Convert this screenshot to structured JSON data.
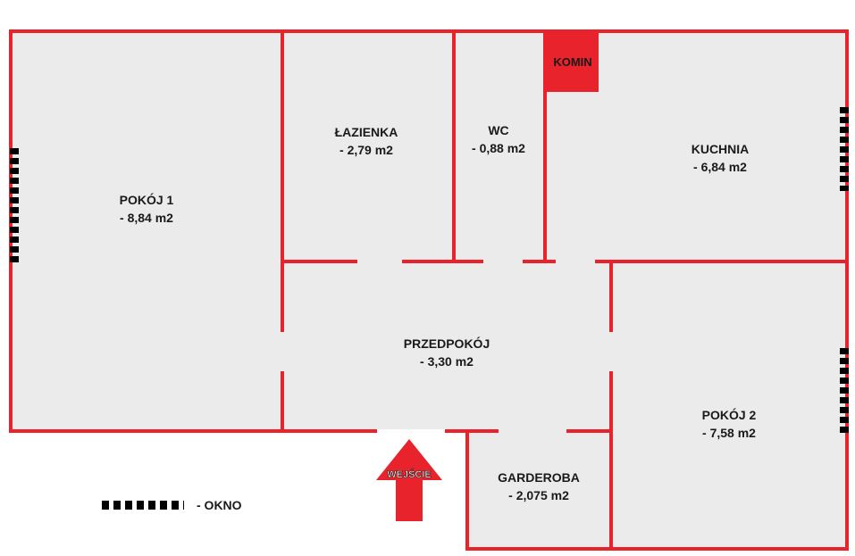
{
  "colors": {
    "wall": "#e8232b",
    "floor": "#ebebeb",
    "text": "#1a1a1a",
    "window": "#000000"
  },
  "rooms": {
    "pokoj1": {
      "name": "POKÓJ 1",
      "area": "- 8,84 m2"
    },
    "lazienka": {
      "name": "ŁAZIENKA",
      "area": "- 2,79 m2"
    },
    "wc": {
      "name": "WC",
      "area": "- 0,88 m2"
    },
    "kuchnia": {
      "name": "KUCHNIA",
      "area": "- 6,84 m2"
    },
    "przedpokoj": {
      "name": "PRZEDPOKÓJ",
      "area": "- 3,30 m2"
    },
    "pokoj2": {
      "name": "POKÓJ 2",
      "area": "- 7,58 m2"
    },
    "garderoba": {
      "name": "GARDEROBA",
      "area": "- 2,075 m2"
    }
  },
  "komin": {
    "label": "KOMIN"
  },
  "entrance": {
    "label": "WEJŚCIE",
    "icon": "arrow-up-icon"
  },
  "legend": {
    "window_label": "- OKNO",
    "icon": "window-symbol-icon"
  }
}
